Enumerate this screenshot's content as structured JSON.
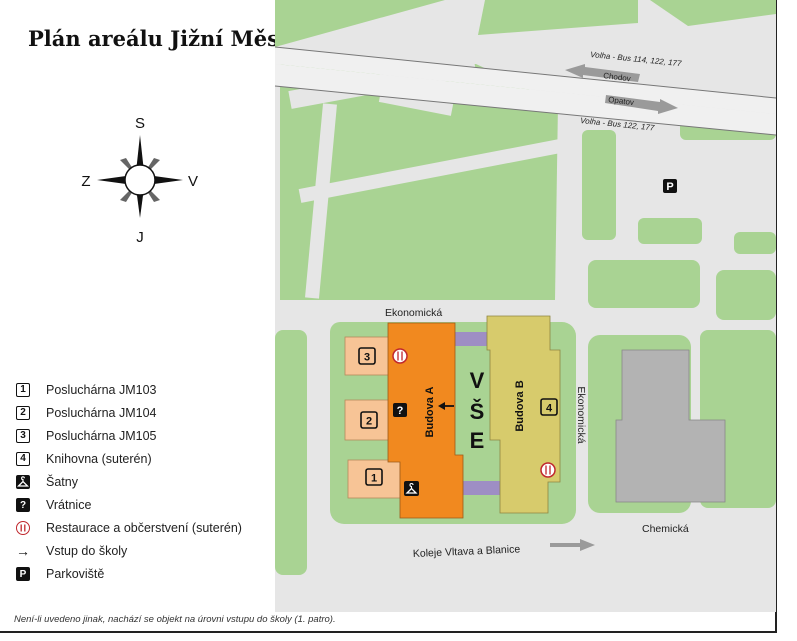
{
  "title": "Plán areálu Jižní Město",
  "compass": {
    "north": "S",
    "south": "J",
    "west": "Z",
    "east": "V"
  },
  "streets": {
    "volha_top": "Volha - Bus 114, 122, 177",
    "volha_bottom": "Volha - Bus 122, 177",
    "direction_chodov": "Chodov",
    "direction_opatov": "Opatov",
    "ekonomicka_top": "Ekonomická",
    "ekonomicka_side": "Ekonomická",
    "chemicka": "Chemická",
    "koleje": "Koleje Vltava a Blanice"
  },
  "buildings": {
    "budova_a": "Budova A",
    "budova_b": "Budova B",
    "vse": [
      "V",
      "Š",
      "E"
    ]
  },
  "map_markers": {
    "jm105": "3",
    "jm104": "2",
    "jm103": "1",
    "library": "4",
    "parking": "P",
    "reception": "?"
  },
  "legend": [
    {
      "icon": "1",
      "label": "Posluchárna JM103"
    },
    {
      "icon": "2",
      "label": "Posluchárna JM104"
    },
    {
      "icon": "3",
      "label": "Posluchárna JM105"
    },
    {
      "icon": "4",
      "label": "Knihovna (suterén)"
    },
    {
      "icon": "cloakroom-icon",
      "label": "Šatny"
    },
    {
      "icon": "?",
      "label": "Vrátnice"
    },
    {
      "icon": "restaurant-icon",
      "label": "Restaurace a občerstvení (suterén)"
    },
    {
      "icon": "arrow-right-icon",
      "label": "Vstup do školy"
    },
    {
      "icon": "P",
      "label": "Parkoviště"
    }
  ],
  "footnote": "Není-li uvedeno jinak, nachází se objekt na úrovni vstupu do školy  (1. patro).",
  "colors": {
    "grass": "#a9d393",
    "road": "#e6e6e6",
    "building_a": "#f1891f",
    "building_b": "#d7cb6c",
    "lecture_room": "#f7c496",
    "connector": "#9e8ec4",
    "gray_building": "#b3b3b3",
    "restaurant": "#c0272d"
  }
}
